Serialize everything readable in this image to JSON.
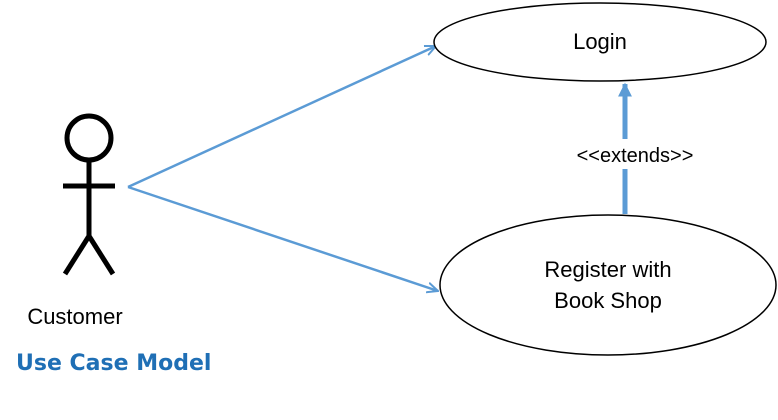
{
  "actor": {
    "name": "Customer"
  },
  "use_cases": {
    "login": {
      "label": "Login"
    },
    "register": {
      "label_line1": "Register with",
      "label_line2": "Book Shop"
    }
  },
  "relationships": {
    "extends_label": "<<extends>>"
  },
  "title": "Use Case Model",
  "colors": {
    "association_line": "#5b9bd5",
    "title": "#1f6fb5",
    "outline": "#000000"
  }
}
